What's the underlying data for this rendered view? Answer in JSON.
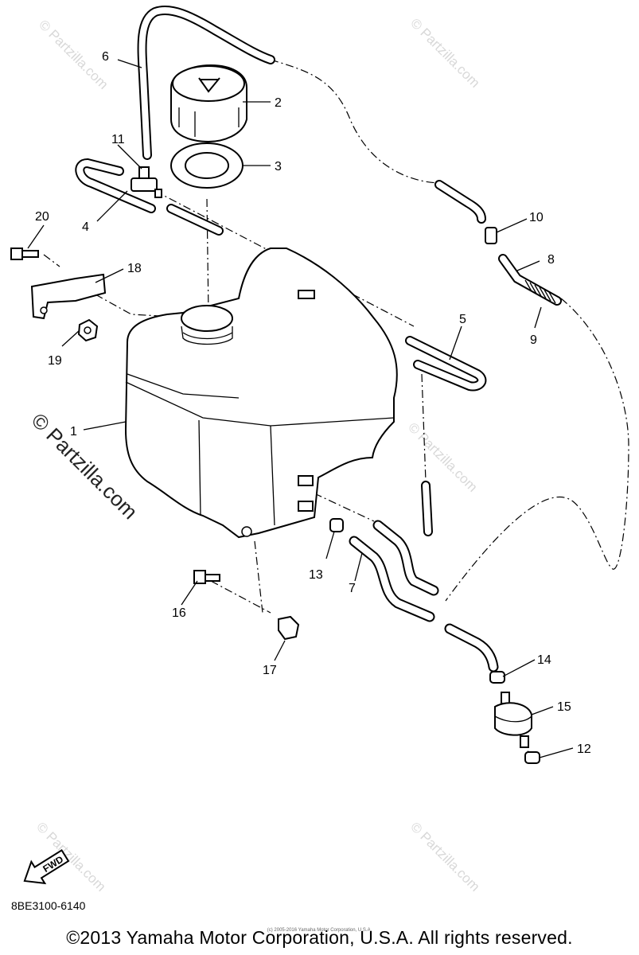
{
  "watermark": {
    "text": "© Partzilla.com"
  },
  "callouts": [
    "1",
    "2",
    "3",
    "4",
    "5",
    "6",
    "7",
    "8",
    "9",
    "10",
    "11",
    "12",
    "13",
    "14",
    "15",
    "16",
    "17",
    "18",
    "19",
    "20"
  ],
  "fwd_arrow_label": "FWD",
  "drawing_code": "8BE3100-6140",
  "small_note": "(c) 2005-2016 Yamaha Motor Corporation, U.S.A.",
  "copyright": "©2013 Yamaha Motor Corporation, U.S.A. All rights reserved."
}
